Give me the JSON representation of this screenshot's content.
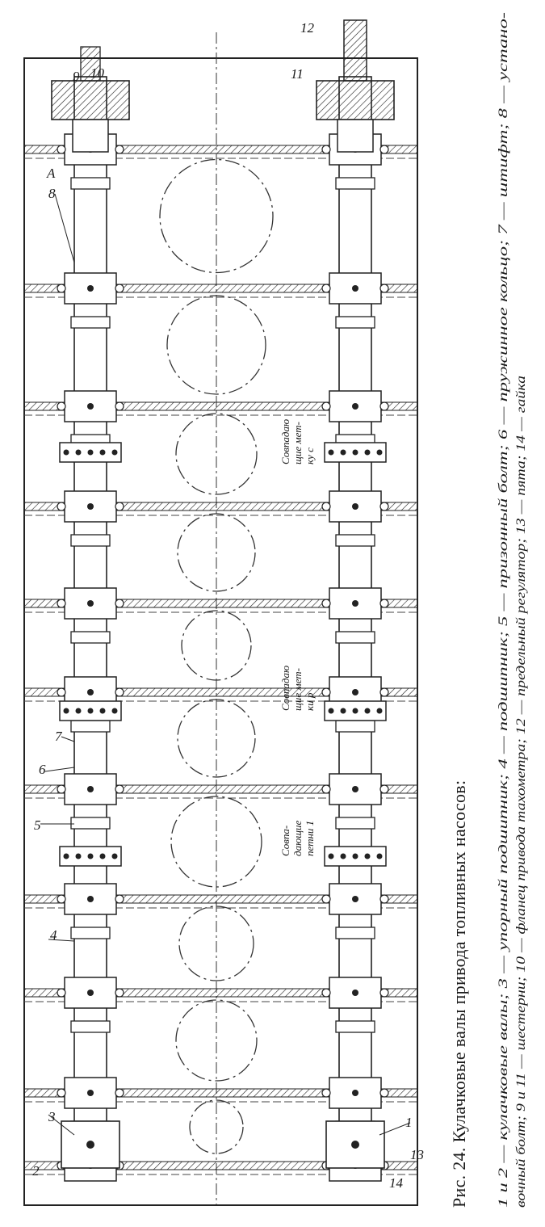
{
  "caption": {
    "title": "Рис. 24. Кулачковые валы привода топливных насосов:",
    "legend_line1": "1 и 2 — кулачковые валы; 3 — упорный подшипник; 4 — подшипник; 5 — призонный болт; 6 — пружинное кольцо; 7 — штифт; 8 — устано-",
    "legend_line2": "вочный болт; 9 и 11 — шестерни; 10 — фланец привода тахометра; 12 — предельный регулятор; 13 — пята; 14 — гайка"
  },
  "callouts": [
    "1",
    "2",
    "3",
    "4",
    "5",
    "6",
    "7",
    "8",
    "9",
    "10",
    "11",
    "12",
    "13",
    "14",
    "A"
  ],
  "annotations": [
    {
      "line1": "Совпа-",
      "line2": "дающие",
      "line3": "петни 1"
    },
    {
      "line1": "Совпадаю",
      "line2": "щие мет-",
      "line3": "ки р"
    },
    {
      "line1": "Совпадаю",
      "line2": "щие мет-",
      "line3": "ку с"
    }
  ]
}
